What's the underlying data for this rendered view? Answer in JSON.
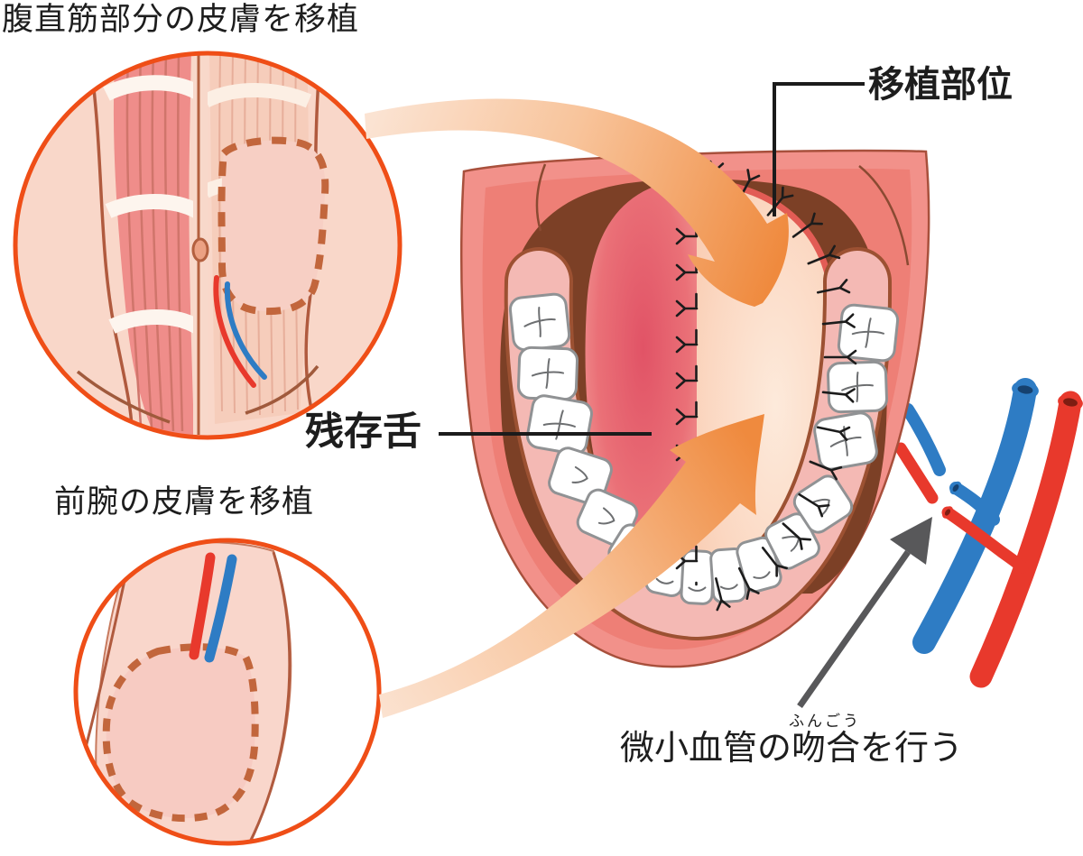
{
  "labels": {
    "abdomen_graft": "腹直筋部分の皮膚を移植",
    "forearm_graft": "前腕の皮膚を移植",
    "graft_site": "移植部位",
    "remaining_tongue": "残存舌",
    "anastomosis_furigana": "ふんごう",
    "anastomosis": "微小血管の吻合を行う"
  },
  "icons": {
    "abdomen_inset": "abdomen-rectus-muscle-inset-circle",
    "forearm_inset": "forearm-skin-inset-circle",
    "mouth": "open-mouth-tongue-reconstruction",
    "transfer_arrows": "orange-graft-transfer-arrows",
    "vessels": "artery-and-vein-anastomosis",
    "pointer": "gray-pointer-arrow"
  },
  "colors": {
    "accent_orange": "#EF4E17",
    "artery_red": "#E8392C",
    "vein_blue": "#2E7CC4",
    "arrow_gray": "#58585A",
    "line_black": "#1B1B1B",
    "text_dark": "#1D1D1D",
    "graft_outline_brown": "#C2663C",
    "transfer_arrow_orange": "#EF8A3E",
    "skin_pink": "#F8D5C8",
    "muscle_red": "#EF8D8A",
    "mouth_cavity_brown": "#7C4026",
    "lip_pink": "#F2918A",
    "gum_pink": "#F4B9B4",
    "graft_skin": "#FBD9C5"
  }
}
